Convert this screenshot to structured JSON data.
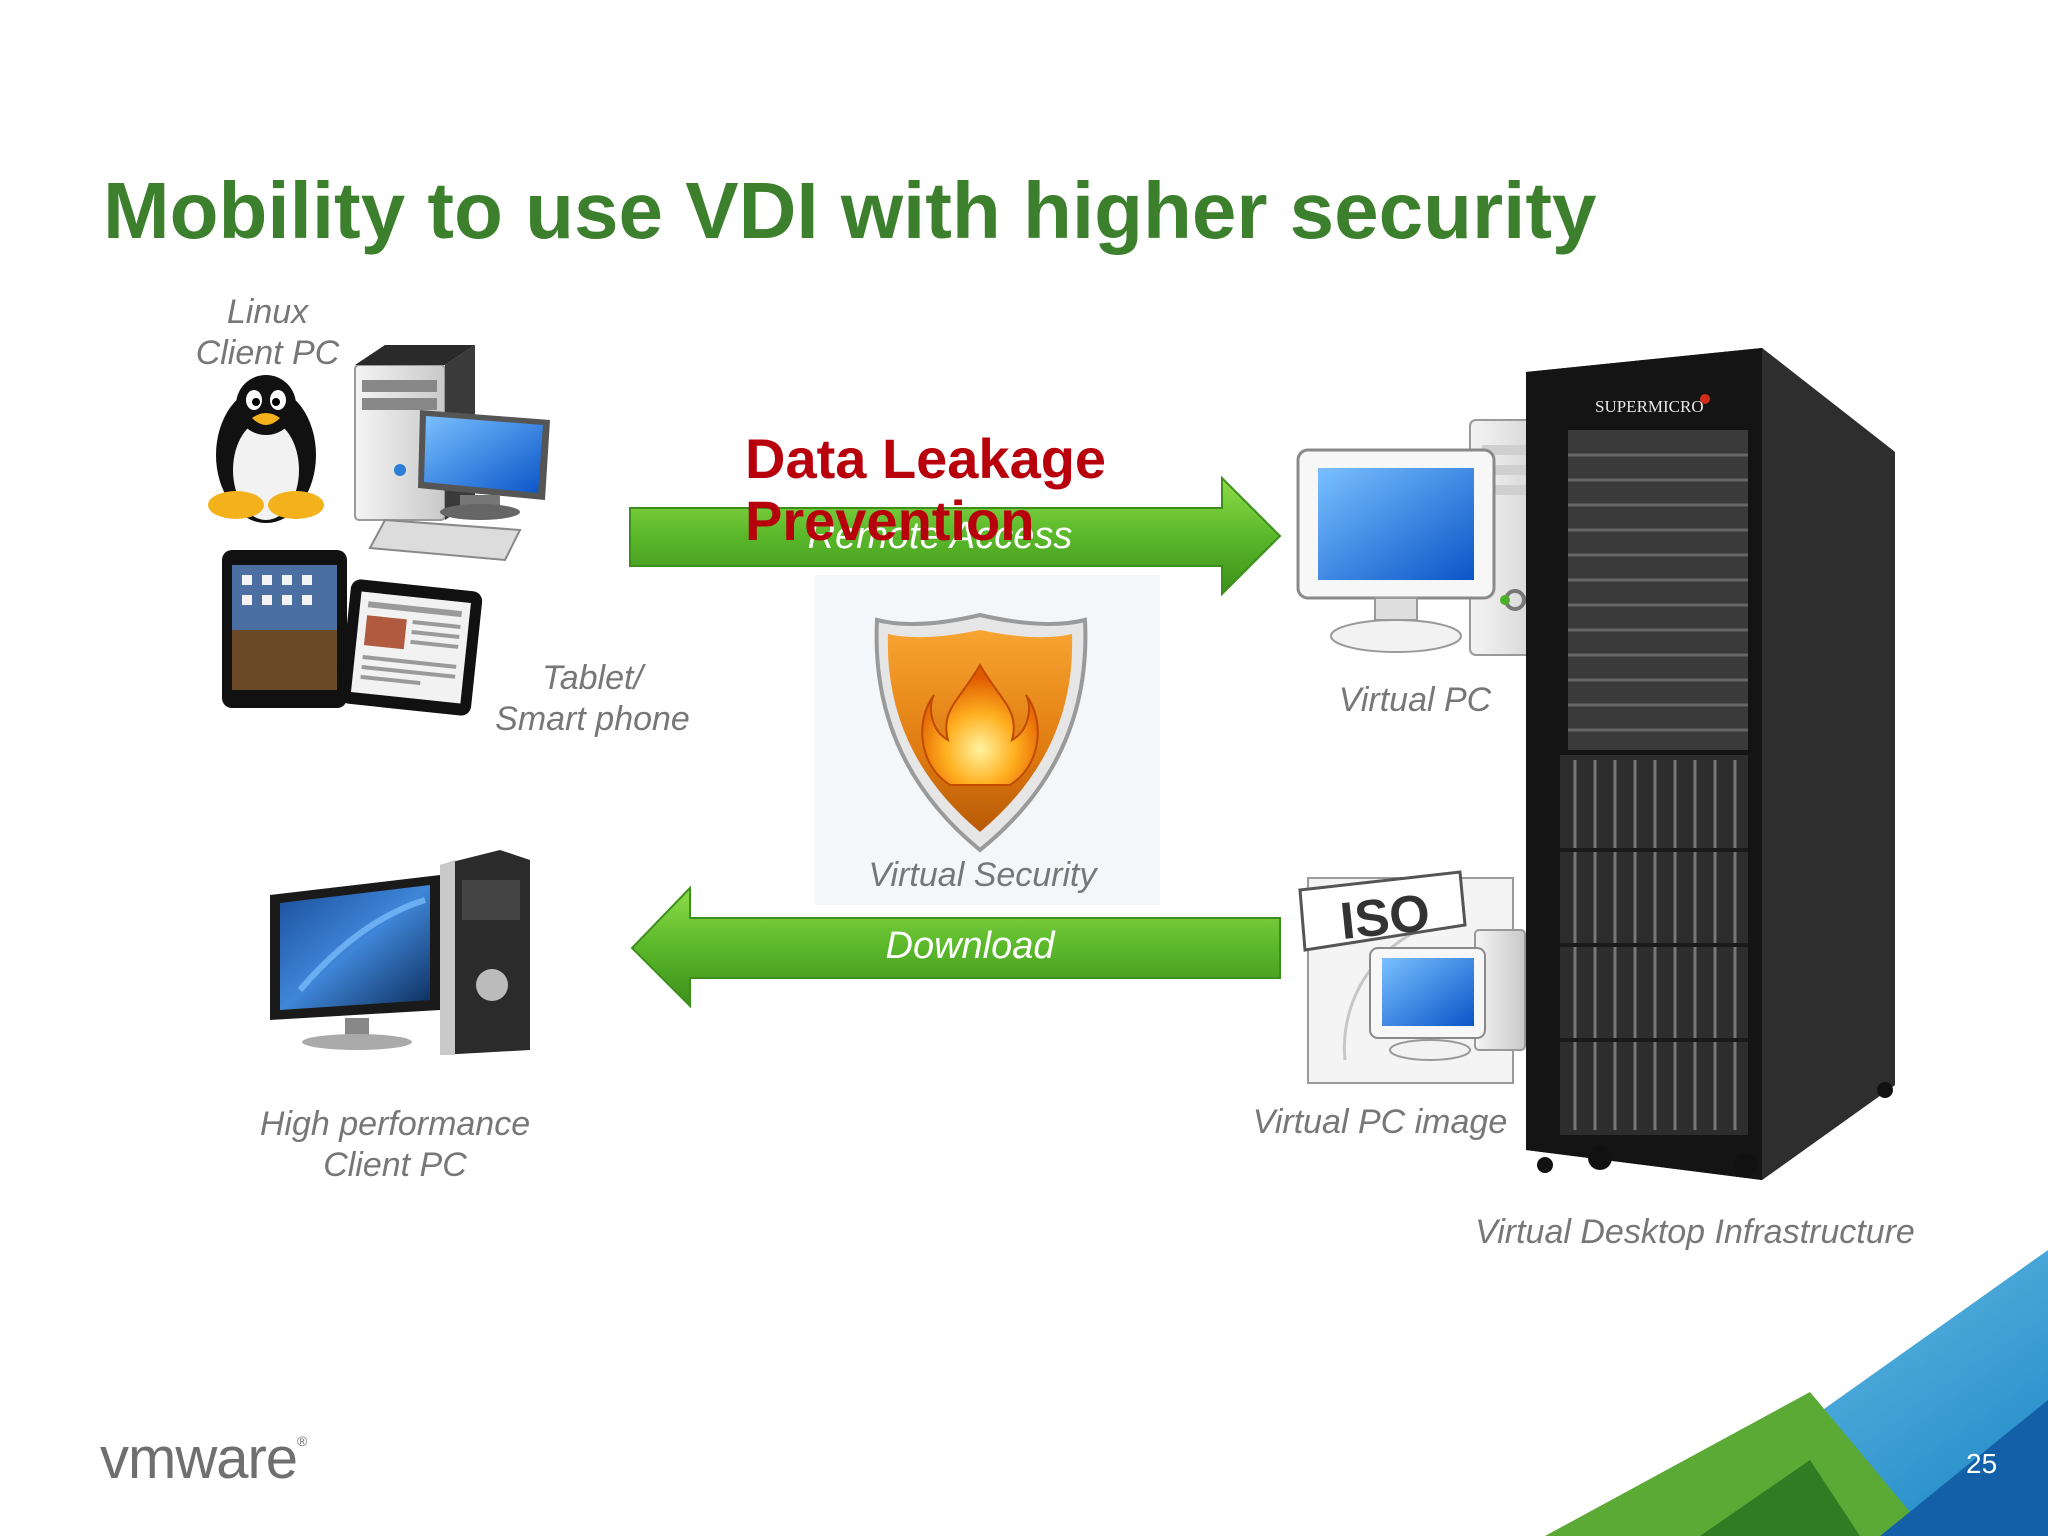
{
  "slide": {
    "title": "Mobility to use VDI with higher security",
    "page_number": "25",
    "logo_text": "vmware",
    "logo_mark": "®"
  },
  "labels": {
    "linux_client": [
      "Linux",
      "Client PC"
    ],
    "tablet": [
      "Tablet/",
      "Smart phone"
    ],
    "high_perf": [
      "High performance",
      "Client PC"
    ],
    "virtual_pc": "Virtual PC",
    "virtual_pc_image": "Virtual PC image",
    "vdi": "Virtual Desktop Infrastructure",
    "virtual_security": "Virtual Security",
    "dlp": "Data Leakage Prevention",
    "remote_access": "Remote Access",
    "download": "Download",
    "iso": "ISO",
    "server_brand": "SUPERMICRO"
  },
  "colors": {
    "title_green": "#3c7f2c",
    "dlp_red": "#b8000d",
    "arrow_green": "#5ab82a",
    "label_gray": "#777777"
  },
  "icons": [
    "linux-penguin-icon",
    "desktop-pc-icon",
    "tablet-icon",
    "high-performance-pc-icon",
    "firewall-shield-icon",
    "virtual-pc-icon",
    "iso-image-icon",
    "server-rack-icon"
  ]
}
